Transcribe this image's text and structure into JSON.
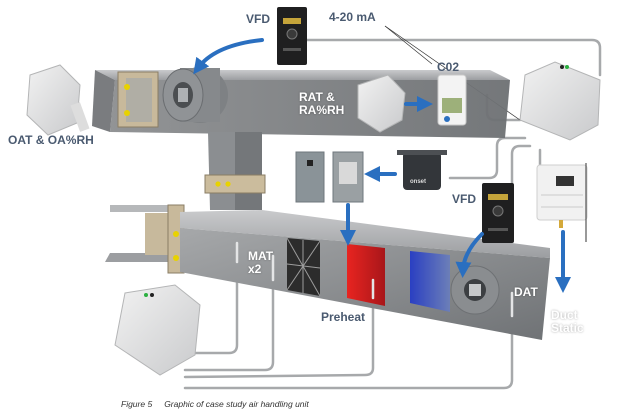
{
  "figure": {
    "number_label": "Figure 5",
    "caption": "Graphic of case study air handling unit"
  },
  "labels": {
    "vfd_top": "VFD",
    "signal": "4-20 mA",
    "co2": "C02",
    "oat": "OAT & OA%RH",
    "rat_line1": "RAT &",
    "rat_line2": "RA%RH",
    "vfd_right": "VFD",
    "mat_line1": "MAT",
    "mat_line2": "x2",
    "preheat": "Preheat",
    "dat": "DAT",
    "duct_line1": "Duct",
    "duct_line2": "Static"
  },
  "colors": {
    "arrow_blue": "#2a6fc0",
    "label_dark": "#4a5a70",
    "duct_grey": "#8f9194",
    "cable_grey": "#a7a9ab",
    "preheat_red": "#e0201c",
    "cooling_blue": "#2740b8"
  },
  "devices": [
    {
      "name": "vfd-supply-return",
      "type": "variable frequency drive"
    },
    {
      "name": "vfd-supply-fan",
      "type": "variable frequency drive"
    },
    {
      "name": "hobo-oat",
      "type": "data logger"
    },
    {
      "name": "hobo-rat",
      "type": "data logger"
    },
    {
      "name": "hobo-main-right",
      "type": "data logger"
    },
    {
      "name": "hobo-main-left",
      "type": "data logger"
    },
    {
      "name": "co2-sensor",
      "type": "CO2 sensor"
    },
    {
      "name": "current-transducer",
      "type": "onset CT"
    },
    {
      "name": "contactor-box",
      "type": "electrical panel"
    },
    {
      "name": "static-pressure-transmitter",
      "type": "pressure transducer"
    }
  ]
}
